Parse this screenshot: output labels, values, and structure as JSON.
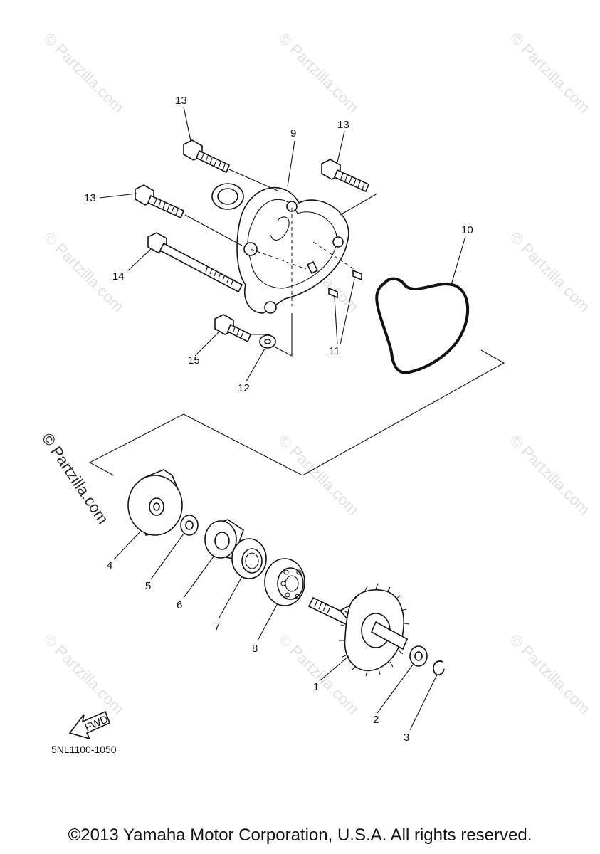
{
  "diagram": {
    "callouts": [
      {
        "id": "c13a",
        "text": "13"
      },
      {
        "id": "c13b",
        "text": "13"
      },
      {
        "id": "c13c",
        "text": "13"
      },
      {
        "id": "c9",
        "text": "9"
      },
      {
        "id": "c10",
        "text": "10"
      },
      {
        "id": "c14",
        "text": "14"
      },
      {
        "id": "c11",
        "text": "11"
      },
      {
        "id": "c15",
        "text": "15"
      },
      {
        "id": "c12",
        "text": "12"
      },
      {
        "id": "c4",
        "text": "4"
      },
      {
        "id": "c5",
        "text": "5"
      },
      {
        "id": "c6",
        "text": "6"
      },
      {
        "id": "c7",
        "text": "7"
      },
      {
        "id": "c8",
        "text": "8"
      },
      {
        "id": "c1",
        "text": "1"
      },
      {
        "id": "c2",
        "text": "2"
      },
      {
        "id": "c3",
        "text": "3"
      }
    ],
    "fwd_label": "FWD",
    "diagram_code": "5NL1100-1050"
  },
  "watermark": {
    "text": "© Partzilla.com"
  },
  "footer": {
    "copyright": "©2013 Yamaha Motor Corporation, U.S.A. All rights reserved."
  }
}
